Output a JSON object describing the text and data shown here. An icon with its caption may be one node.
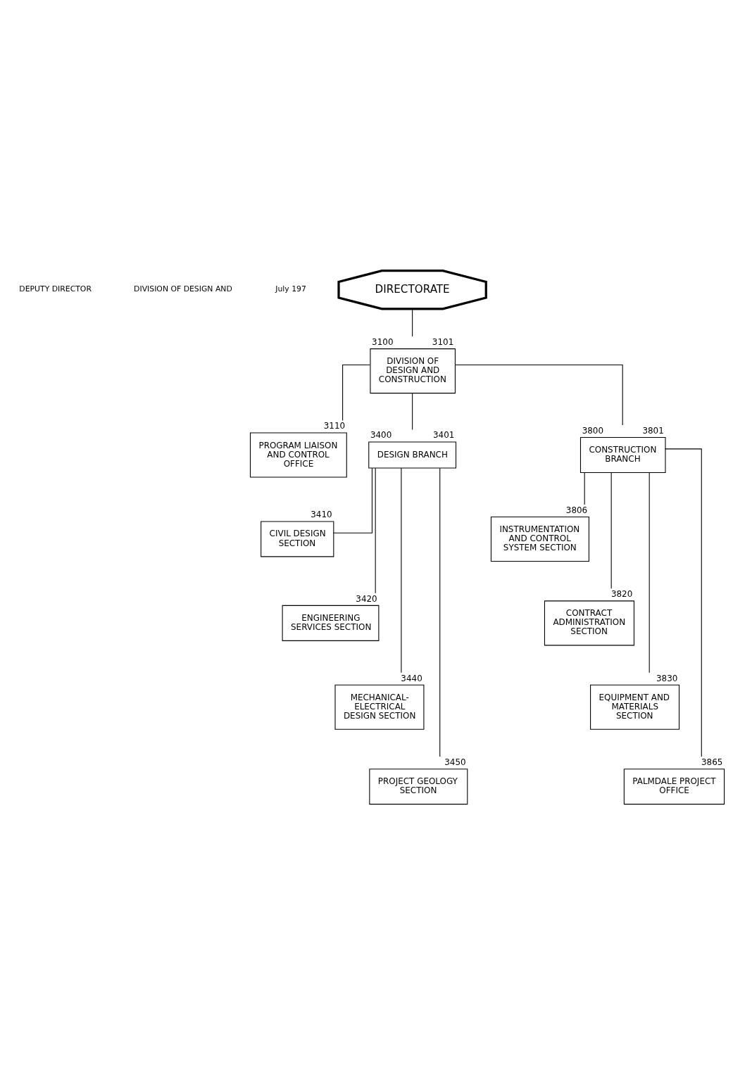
{
  "diagram": {
    "nodes": [
      {
        "text": [
          "DIRECTORATE"
        ]
      },
      {
        "text": [
          "DIVISION OF DESIGN AND CONSTRUCTION"
        ],
        "beside": [
          "3100",
          "3101"
        ]
      },
      {
        "text": [
          "PROGRAM LIAISON AND CONTROL OFFICE"
        ],
        "beside": [
          "3110"
        ]
      },
      {
        "text": [
          "DESIGN BRANCH"
        ],
        "beside": [
          "3400",
          "3401"
        ]
      },
      {
        "text": [
          "CONSTRUCTION BRANCH"
        ],
        "beside": [
          "3800",
          "3801"
        ]
      },
      {
        "text": [
          "CIVIL DESIGN SECTION"
        ],
        "beside": [
          "3410"
        ]
      },
      {
        "text": [
          "ENGINEERING SERVICES SECTION"
        ],
        "beside": [
          "3420"
        ]
      },
      {
        "text": [
          "MECHANICAL- ELECTRICAL DESIGN SECTION"
        ],
        "beside": [
          "3440"
        ]
      },
      {
        "text": [
          "PROJECT GEOLOGY SECTION"
        ],
        "beside": [
          "3450"
        ]
      },
      {
        "text": [
          "INSTRUMENTATION AND CONTROL SYSTEM SECTION"
        ],
        "beside": [
          "3806"
        ]
      },
      {
        "text": [
          "CONTRACT ADMINISTRATION SECTION"
        ],
        "beside": [
          "3820"
        ]
      },
      {
        "text": [
          "EQUIPMENT AND MATERIALS SECTION"
        ],
        "beside": [
          "3830"
        ]
      },
      {
        "text": [
          "PALMDALE PROJECT OFFICE"
        ],
        "beside": [
          "3865"
        ]
      }
    ],
    "edges": [
      {
        "from": 0,
        "to": 1,
        "arrow": "none"
      },
      {
        "from": 1,
        "to": 2,
        "arrow": "none"
      },
      {
        "from": 1,
        "to": 3,
        "arrow": "none"
      },
      {
        "from": 1,
        "to": 4,
        "arrow": "none"
      },
      {
        "from": 3,
        "to": 5,
        "arrow": "none"
      },
      {
        "from": 3,
        "to": 6,
        "arrow": "none"
      },
      {
        "from": 3,
        "to": 7,
        "arrow": "none"
      },
      {
        "from": 3,
        "to": 8,
        "arrow": "none"
      },
      {
        "from": 4,
        "to": 9,
        "arrow": "none"
      },
      {
        "from": 4,
        "to": 10,
        "arrow": "none"
      },
      {
        "from": 4,
        "to": 11,
        "arrow": "none"
      },
      {
        "from": 4,
        "to": 12,
        "arrow": "none"
      }
    ],
    "labels": [
      "DEPUTY DIRECTOR",
      "DIVISION OF DESIGN AND",
      "July 197"
    ]
  }
}
